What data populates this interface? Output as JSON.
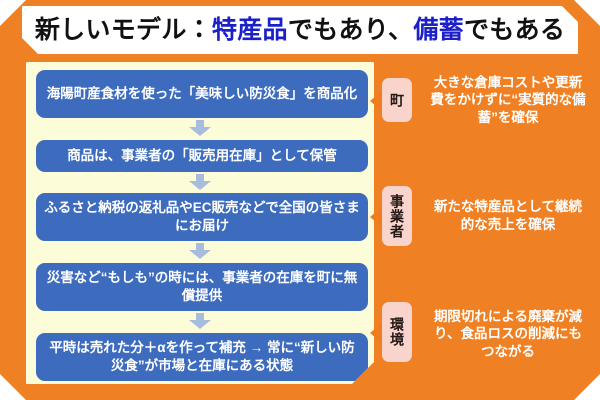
{
  "header": {
    "title_prefix": "新しいモデル：",
    "title_part1_highlight": "特産品",
    "title_part2": "でもあり、",
    "title_part3_highlight": "備蓄",
    "title_part4": "でもある",
    "title_full": "新しいモデル：特産品でもあり、備蓄でもある"
  },
  "colors": {
    "frame_orange": "#ef8023",
    "panel_cream": "#fdfcd9",
    "step_blue": "#3d6cbe",
    "title_highlight_blue": "#1c20c8",
    "tag_pink": "#f8d4cd",
    "arrow_gray_blue": "#a8bcdd",
    "title_banner_white": "#ffffff",
    "tag_text": "#231815"
  },
  "flow": {
    "steps": [
      {
        "id": "step-1",
        "text": "海陽町産食材を使った「美味しい防災食」を商品化"
      },
      {
        "id": "step-2",
        "text": "商品は、事業者の「販売用在庫」として保管"
      },
      {
        "id": "step-3",
        "text": "ふるさと納税の返礼品やEC販売などで全国の皆さまにお届け"
      },
      {
        "id": "step-4",
        "text": "災害など“もしも”の時には、事業者の在庫を町に無償提供"
      },
      {
        "id": "step-5",
        "text": "平時は売れた分＋αを作って補充 →\n常に“新しい防災食”が市場と在庫にある状態"
      }
    ],
    "connector_icon": "down-arrow-icon",
    "connector_count": 4
  },
  "benefits": [
    {
      "id": "benefit-town",
      "tag": "町",
      "text": "大きな倉庫コストや更新費をかけずに“実質的な備蓄”を確保"
    },
    {
      "id": "benefit-business",
      "tag": "事業者",
      "text": "新たな特産品として継続的な売上を確保"
    },
    {
      "id": "benefit-environment",
      "tag": "環境",
      "text": "期限切れによる廃棄が減り、食品ロスの削減にもつながる"
    }
  ],
  "icons": {
    "left_arrow": "triangle-left-icon",
    "down_arrow": "arrow-down-icon"
  }
}
